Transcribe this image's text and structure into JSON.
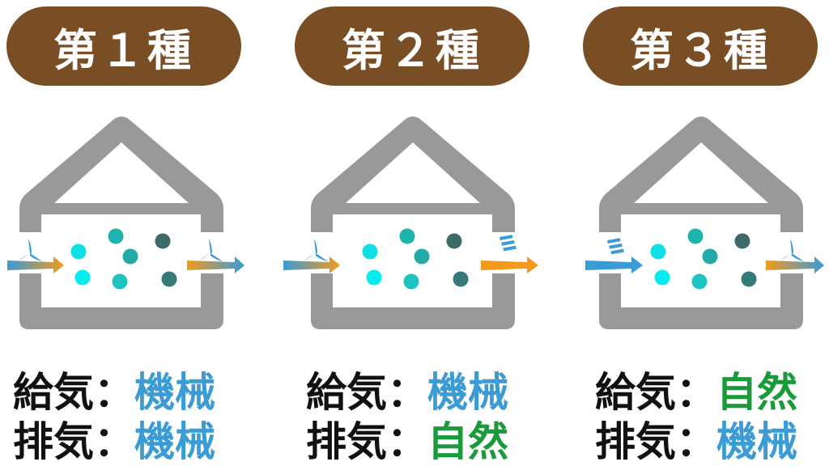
{
  "types": [
    {
      "title": "第１種",
      "supply_label": "給気",
      "supply_value": "機械",
      "supply_kind": "mechanical",
      "exhaust_label": "排気",
      "exhaust_value": "機械",
      "exhaust_kind": "mechanical"
    },
    {
      "title": "第２種",
      "supply_label": "給気",
      "supply_value": "機械",
      "supply_kind": "mechanical",
      "exhaust_label": "排気",
      "exhaust_value": "自然",
      "exhaust_kind": "natural"
    },
    {
      "title": "第３種",
      "supply_label": "給気",
      "supply_value": "自然",
      "supply_kind": "natural",
      "exhaust_label": "排気",
      "exhaust_value": "機械",
      "exhaust_kind": "mechanical"
    }
  ],
  "separator": "：",
  "colors": {
    "pill": "#7a4e24",
    "wall": "#999999",
    "mechanical": "#3a9bd5",
    "natural": "#1a9a3a",
    "orange": "#f39a1e"
  }
}
